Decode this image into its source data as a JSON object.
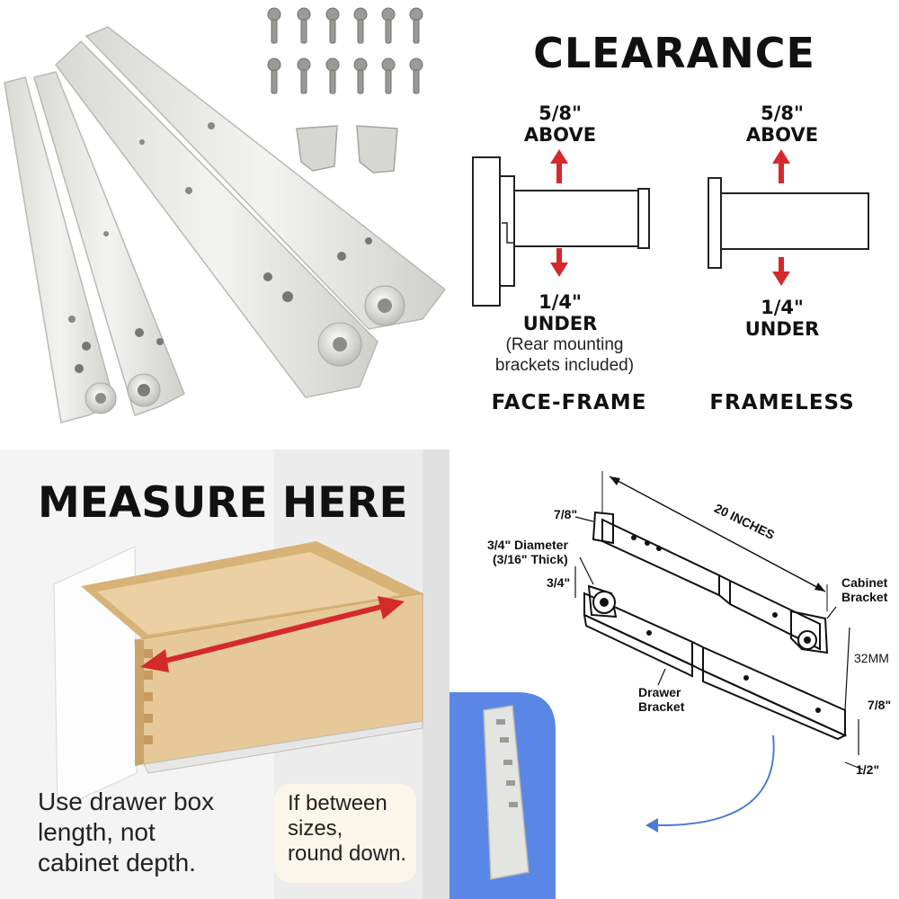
{
  "clearance": {
    "title": "CLEARANCE",
    "face_frame": {
      "above_value": "5/8\"",
      "above_word": "ABOVE",
      "under_value": "1/4\"",
      "under_word": "UNDER",
      "note_line1": "(Rear mounting",
      "note_line2": "brackets included)",
      "caption": "FACE-FRAME"
    },
    "frameless": {
      "above_value": "5/8\"",
      "above_word": "ABOVE",
      "under_value": "1/4\"",
      "under_word": "UNDER",
      "caption": "FRAMELESS"
    }
  },
  "measure": {
    "title": "MEASURE HERE",
    "use_note_line1": "Use drawer box",
    "use_note_line2": "length, not",
    "use_note_line3": "cabinet depth.",
    "tip_line1": "If between",
    "tip_line2": "sizes,",
    "tip_line3": "round down."
  },
  "diagram": {
    "length": "20 INCHES",
    "top_height": "7/8\"",
    "wheel_diameter_line1": "3/4\" Diameter",
    "wheel_diameter_line2": "(3/16\" Thick)",
    "wheel_offset": "3/4\"",
    "cabinet_bracket_line1": "Cabinet",
    "cabinet_bracket_line2": "Bracket",
    "gap": "32MM",
    "drawer_bracket_line1": "Drawer",
    "drawer_bracket_line2": "Bracket",
    "rail_height": "7/8\"",
    "flange": "1/2\""
  },
  "colors": {
    "accent_red": "#d42a2a",
    "inset_blue": "#5a87e6",
    "wood": "#e2c48e",
    "steel": "#e9e9e6"
  }
}
